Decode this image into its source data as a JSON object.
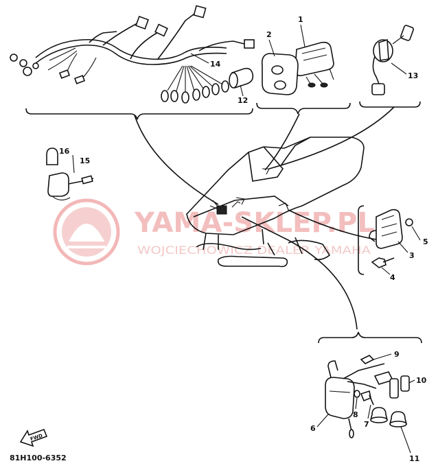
{
  "watermark": {
    "brand": "YAMA-SKLEP.PL",
    "tagline": "WOJCIECHOWICZ DEALER YAMAHA",
    "color": "#e88a8a"
  },
  "labels": {
    "p1": "1",
    "p2": "2",
    "p3": "3",
    "p4": "4",
    "p5": "5",
    "p6": "6",
    "p7": "7",
    "p8": "8",
    "p9": "9",
    "p10": "10",
    "p11": "11",
    "p12": "12",
    "p13": "13",
    "p14": "14",
    "p15": "15",
    "p16": "16"
  },
  "front_arrow": {
    "label": "FWD"
  },
  "diagram_code": "81H100-6352"
}
